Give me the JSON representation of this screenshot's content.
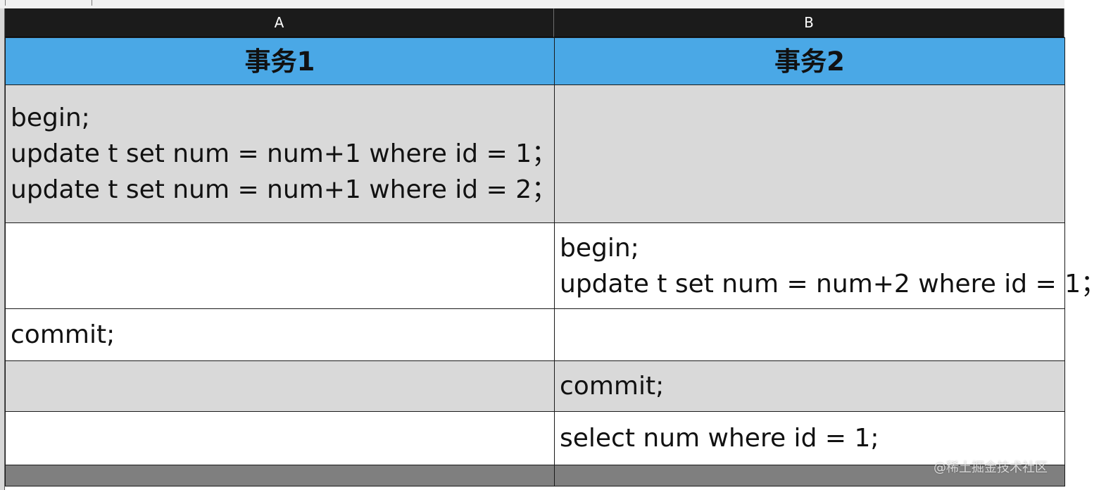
{
  "columns": {
    "a": "A",
    "b": "B"
  },
  "header": {
    "tx1": "事务1",
    "tx2": "事务2"
  },
  "rows": [
    {
      "a": "begin;\nupdate t set num = num+1 where id = 1；\nupdate t set num = num+1 where id = 2；",
      "b": ""
    },
    {
      "a": "",
      "b": "begin;\nupdate t set num = num+2 where id = 1；"
    },
    {
      "a": "commit;",
      "b": ""
    },
    {
      "a": "",
      "b": "commit;"
    },
    {
      "a": "",
      "b": "select num where id = 1;"
    },
    {
      "a": "",
      "b": ""
    }
  ],
  "watermark": "@稀土掘金技术社区",
  "colors": {
    "header_bg": "#4aa8e6",
    "column_header_bg": "#1b1b1b",
    "row_gray": "#d9d9d9",
    "row_white": "#ffffff",
    "row_dark": "#7f7f7f"
  }
}
